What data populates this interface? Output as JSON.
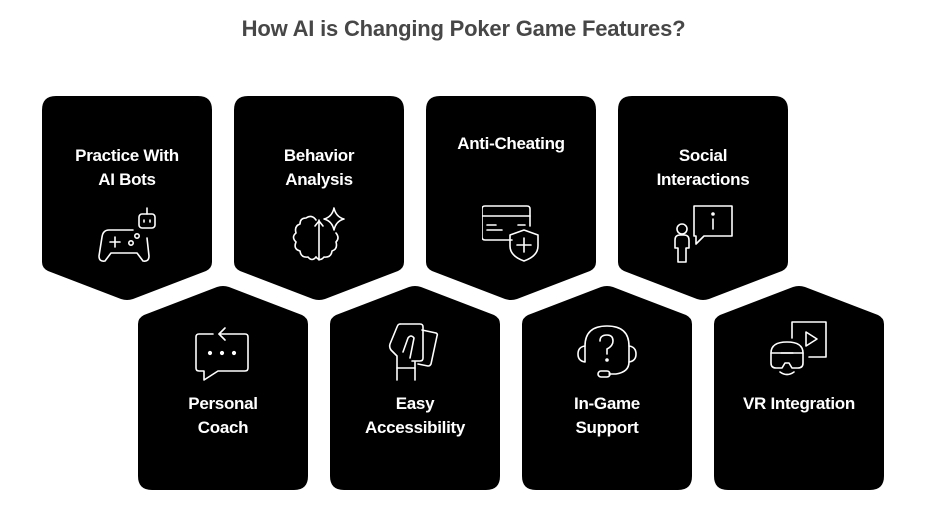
{
  "title": "How AI is Changing Poker Game Features?",
  "colors": {
    "card": "#000000",
    "text": "#ffffff",
    "title": "#474747",
    "background": "#ffffff"
  },
  "top_row": [
    {
      "label_lines": [
        "Practice With",
        "AI Bots"
      ],
      "icon": "gamepad-robot-icon"
    },
    {
      "label_lines": [
        "Behavior",
        "Analysis"
      ],
      "icon": "brain-sparkle-icon"
    },
    {
      "label_lines": [
        "Anti-Cheating"
      ],
      "icon": "card-shield-icon"
    },
    {
      "label_lines": [
        "Social",
        "Interactions"
      ],
      "icon": "person-info-bubble-icon"
    }
  ],
  "bottom_row": [
    {
      "label_lines": [
        "Personal",
        "Coach"
      ],
      "icon": "chat-reply-icon"
    },
    {
      "label_lines": [
        "Easy",
        "Accessibility"
      ],
      "icon": "hand-cards-icon"
    },
    {
      "label_lines": [
        "In-Game",
        "Support"
      ],
      "icon": "headset-question-icon"
    },
    {
      "label_lines": [
        "VR Integration"
      ],
      "icon": "vr-headset-play-icon"
    }
  ]
}
